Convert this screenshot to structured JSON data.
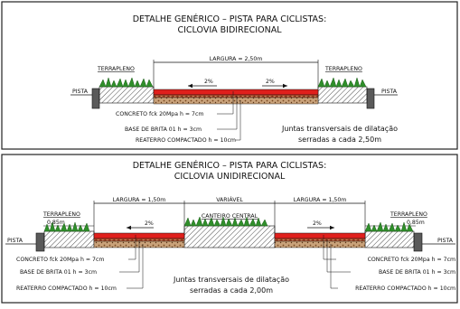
{
  "panel1": {
    "title": "DETALHE GENÉRICO – PISTA PARA CICLISTAS:",
    "subtitle": "CICLOVIA BIDIRECIONAL",
    "largura": "LARGURA = 2,50m",
    "terrapleno_left": "TERRAPLENO",
    "terrapleno_right": "TERRAPLENO",
    "pista_left": "PISTA",
    "pista_right": "PISTA",
    "slope_left": "2%",
    "slope_right": "2%",
    "layer_concrete": "CONCRETO fck 20Mpa h = 7cm",
    "layer_brita": "BASE DE BRITA 01  h = 3cm",
    "layer_reaterro": "REATERRO COMPACTADO  h = 10cm",
    "note_line1": "Juntas transversais de dilatação",
    "note_line2": "serradas a cada 2,50m"
  },
  "panel2": {
    "title": "DETALHE GENÉRICO – PISTA PARA CICLISTAS:",
    "subtitle": "CICLOVIA UNIDIRECIONAL",
    "largura_left": "LARGURA = 1,50m",
    "largura_right": "LARGURA = 1,50m",
    "variavel": "VARIÁVEL",
    "canteiro": "CANTEIRO CENTRAL",
    "terrapleno_left": "TERRAPLENO",
    "terrapleno_right": "TERRAPLENO",
    "dim_left": "0,85m",
    "dim_right": "0,85m",
    "pista_left": "PISTA",
    "pista_right": "PISTA",
    "slope_left": "2%",
    "slope_right": "2%",
    "layer_concrete_left": "CONCRETO fck 20Mpa h = 7cm",
    "layer_brita_left": "BASE DE BRITA 01  h = 3cm",
    "layer_reaterro_left": "REATERRO COMPACTADO h = 10cm",
    "layer_concrete_right": "CONCRETO fck 20Mpa h = 7cm",
    "layer_brita_right": "BASE DE BRITA 01  h = 3cm",
    "layer_reaterro_right": "REATERRO COMPACTADO h = 10cm",
    "note_line1": "Juntas transversais de dilatação",
    "note_line2": "serradas a cada 2,00m"
  },
  "colors": {
    "concrete": "#e0201c",
    "brita": "#b5532e",
    "reaterro": "#c8a070",
    "grass": "#2f8f2a",
    "curb": "#5a5a5a"
  }
}
